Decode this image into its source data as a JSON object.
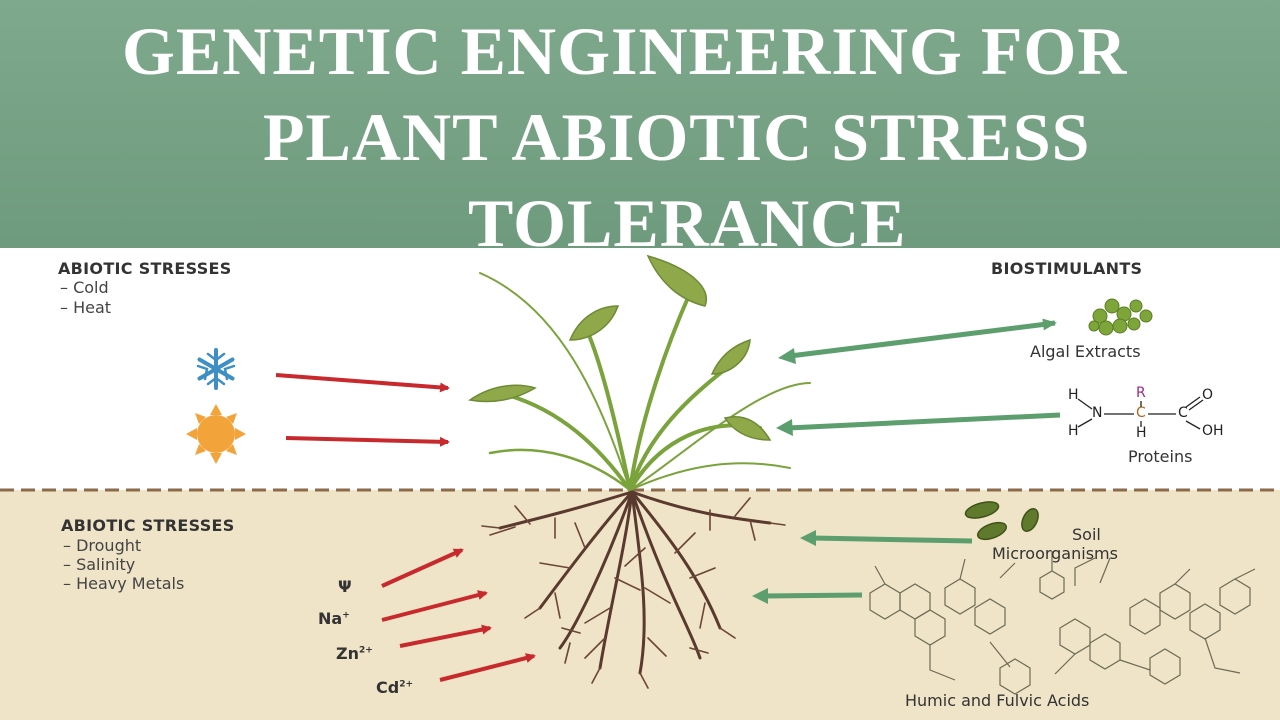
{
  "title": {
    "line1": "GENETIC ENGINEERING FOR",
    "line2": "PLANT ABIOTIC STRESS",
    "line3": "TOLERANCE"
  },
  "above_ground": {
    "heading": "ABIOTIC STRESSES",
    "items": [
      "–   Cold",
      "–   Heat"
    ]
  },
  "below_ground": {
    "heading": "ABIOTIC STRESSES",
    "items": [
      "–   Drought",
      "–   Salinity",
      "–   Heavy Metals"
    ]
  },
  "ions": [
    {
      "base": "Ψ",
      "sup": ""
    },
    {
      "base": "Na",
      "sup": "+"
    },
    {
      "base": "Zn",
      "sup": "2+"
    },
    {
      "base": "Cd",
      "sup": "2+"
    }
  ],
  "biostimulants": {
    "heading": "BIOSTIMULANTS",
    "algal": "Algal Extracts",
    "proteins": "Proteins",
    "soil_line1": "Soil",
    "soil_line2": "Microorganisms",
    "humic": "Humic and Fulvic Acids"
  },
  "formula": {
    "h1": "H",
    "n": "N",
    "h2": "H",
    "r": "R",
    "c1": "C",
    "h3": "H",
    "c2": "C",
    "o": "O",
    "oh": "OH"
  },
  "colors": {
    "banner": "#74a082",
    "sky": "#ffffff",
    "soil": "#efe4c8",
    "stress_arrow": "#c8292d",
    "biostim_arrow": "#5d9e6e",
    "snowflake": "#3d8fc4",
    "sun": "#f2a43a",
    "root": "#5a3a2e",
    "stem": "#7aa33c"
  }
}
